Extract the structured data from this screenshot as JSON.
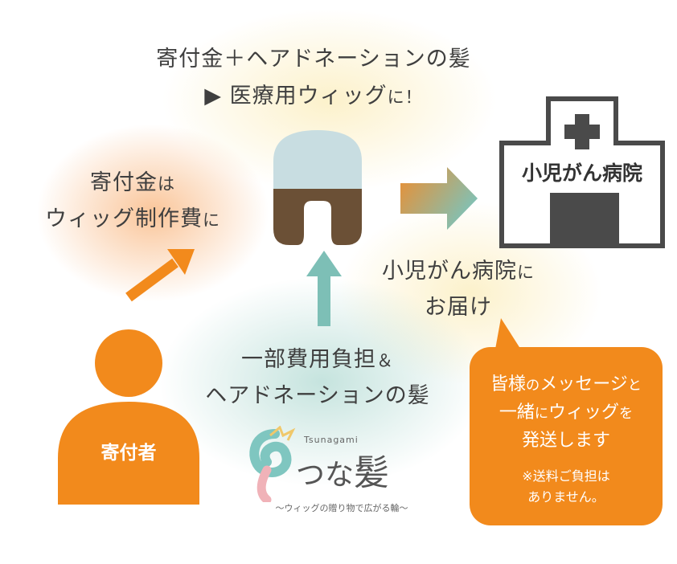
{
  "title": {
    "line1_main": "寄付金＋ヘアドネーションの髪",
    "line2_arrow": "▶",
    "line2_text": "医療用ウィッグ",
    "line2_suffix": "に！"
  },
  "left_note": {
    "line1_main": "寄付金",
    "line1_suffix": "は",
    "line2_main": "ウィッグ制作費",
    "line2_suffix": "に"
  },
  "hospital": {
    "name": "小児がん病院"
  },
  "hospital_note": {
    "line1_main": "小児がん病院",
    "line1_suffix": "に",
    "line2": "お届け"
  },
  "bottom_note": {
    "line1_main": "一部費用負担",
    "line1_suffix": "＆",
    "line2": "ヘアドネーションの髪"
  },
  "donor": {
    "label": "寄付者"
  },
  "logo": {
    "reading": "Tsunagami",
    "name_kana": "つな",
    "name_kanji": "髪",
    "tagline": "〜ウィッグの贈り物で広がる輪〜"
  },
  "callout": {
    "line1_main": "皆様",
    "line1_small": "の",
    "line1_rest": "メッセージ",
    "line1_end": "と",
    "line2_main": "一緒",
    "line2_small": "に",
    "line2_rest": "ウィッグ",
    "line2_end": "を",
    "line3": "発送します",
    "note1": "※送料ご負担は",
    "note2": "ありません。"
  },
  "colors": {
    "orange": "#f28a1c",
    "teal": "#7dbfb6",
    "hair_brown": "#6b5036",
    "cap_blue": "#c8dde1",
    "door_gray": "#4a4a4a",
    "text_gray": "#3f3f3f"
  }
}
